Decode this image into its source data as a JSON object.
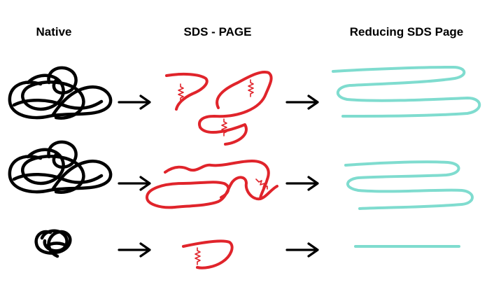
{
  "headers": {
    "native": "Native",
    "sds_page": "SDS - PAGE",
    "reducing": "Reducing SDS Page"
  },
  "colors": {
    "native": "#000000",
    "denatured": "#e0242b",
    "reduced": "#7fdccf",
    "arrow": "#000000"
  },
  "rows": [
    {
      "native_icon": "tangled-protein-icon",
      "denatured_icon": "denatured-chain-with-disulfides-icon",
      "reduced_icon": "linear-chain-icon"
    },
    {
      "native_icon": "tangled-protein-icon",
      "denatured_icon": "denatured-chain-with-disulfide-icon",
      "reduced_icon": "linear-chain-icon"
    },
    {
      "native_icon": "small-tangled-protein-icon",
      "denatured_icon": "small-denatured-chain-with-disulfide-icon",
      "reduced_icon": "short-linear-chain-icon"
    }
  ]
}
